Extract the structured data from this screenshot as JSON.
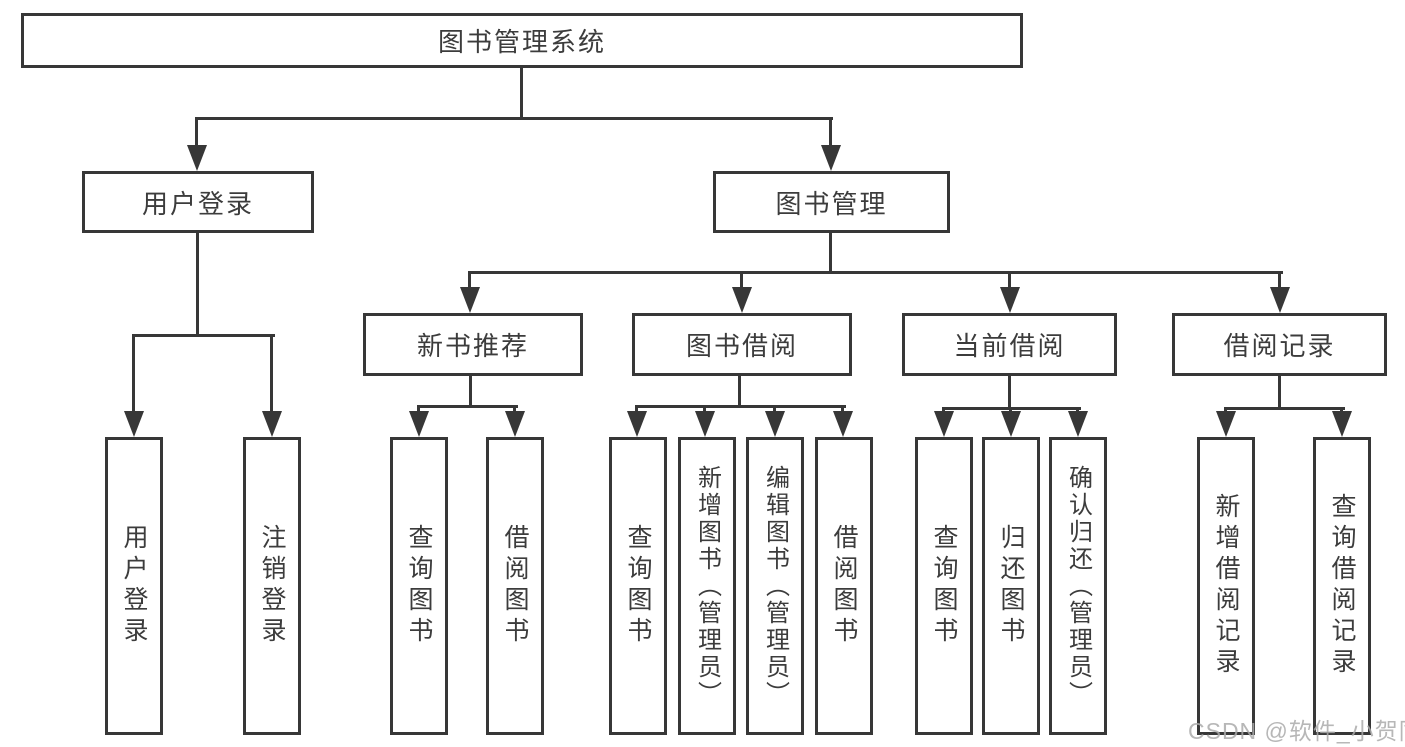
{
  "colors": {
    "line": "#373737",
    "text": "#3c3c3c",
    "watermark": "#ababab"
  },
  "watermark": "CSDN @软件_小贺同学",
  "diagram": {
    "type": "tree",
    "nodes": {
      "root": {
        "label": "图书管理系统"
      },
      "user_login": {
        "label": "用户登录"
      },
      "book_mgmt": {
        "label": "图书管理"
      },
      "new_books": {
        "label": "新书推荐"
      },
      "book_borrow": {
        "label": "图书借阅"
      },
      "current_borrow": {
        "label": "当前借阅"
      },
      "borrow_records": {
        "label": "借阅记录"
      },
      "login": {
        "label": "用户登录"
      },
      "logout": {
        "label": "注销登录"
      },
      "nb_query": {
        "label": "查询图书"
      },
      "nb_borrow": {
        "label": "借阅图书"
      },
      "bb_query": {
        "label": "查询图书"
      },
      "bb_add": {
        "label": "新增图书（管理员）"
      },
      "bb_edit": {
        "label": "编辑图书（管理员）"
      },
      "bb_borrow": {
        "label": "借阅图书"
      },
      "cb_query": {
        "label": "查询图书"
      },
      "cb_return": {
        "label": "归还图书"
      },
      "cb_confirm": {
        "label": "确认归还（管理员）"
      },
      "br_add": {
        "label": "新增借阅记录"
      },
      "br_query": {
        "label": "查询借阅记录"
      }
    },
    "edges": [
      [
        "root",
        "user_login"
      ],
      [
        "root",
        "book_mgmt"
      ],
      [
        "user_login",
        "login"
      ],
      [
        "user_login",
        "logout"
      ],
      [
        "book_mgmt",
        "new_books"
      ],
      [
        "book_mgmt",
        "book_borrow"
      ],
      [
        "book_mgmt",
        "current_borrow"
      ],
      [
        "book_mgmt",
        "borrow_records"
      ],
      [
        "new_books",
        "nb_query"
      ],
      [
        "new_books",
        "nb_borrow"
      ],
      [
        "book_borrow",
        "bb_query"
      ],
      [
        "book_borrow",
        "bb_add"
      ],
      [
        "book_borrow",
        "bb_edit"
      ],
      [
        "book_borrow",
        "bb_borrow"
      ],
      [
        "current_borrow",
        "cb_query"
      ],
      [
        "current_borrow",
        "cb_return"
      ],
      [
        "current_borrow",
        "cb_confirm"
      ],
      [
        "borrow_records",
        "br_add"
      ],
      [
        "borrow_records",
        "br_query"
      ]
    ]
  }
}
